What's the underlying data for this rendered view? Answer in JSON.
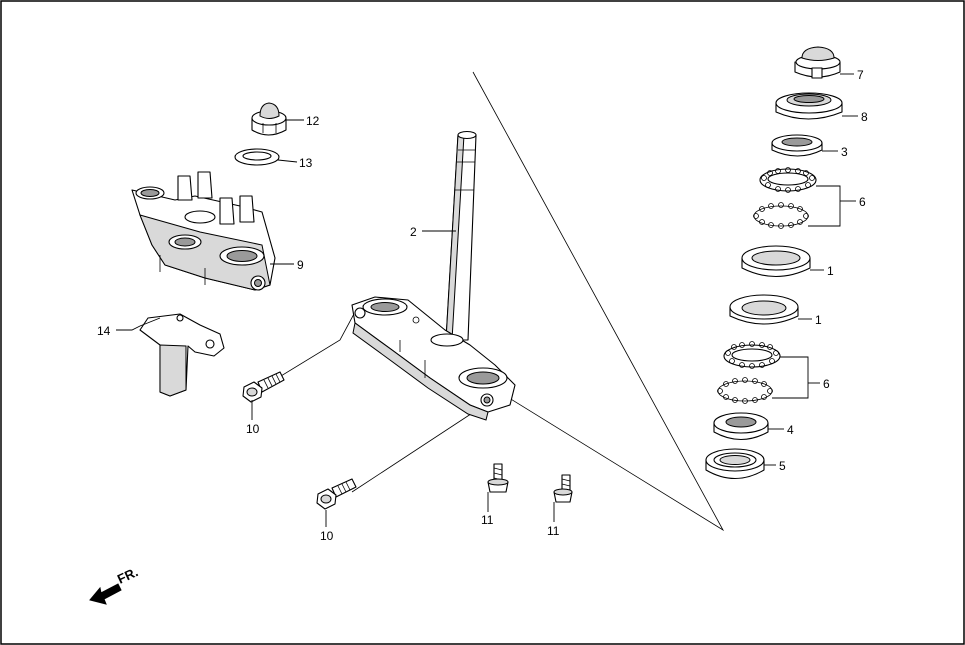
{
  "diagram": {
    "callouts": {
      "c1a": "1",
      "c1b": "1",
      "c2": "2",
      "c3": "3",
      "c4": "4",
      "c5": "5",
      "c6a": "6",
      "c6b": "6",
      "c7": "7",
      "c8": "8",
      "c9": "9",
      "c10a": "10",
      "c10b": "10",
      "c11a": "11",
      "c11b": "11",
      "c12": "12",
      "c13": "13",
      "c14": "14"
    },
    "direction": {
      "label": "FR.",
      "icon": "front-direction-arrow-icon"
    }
  }
}
